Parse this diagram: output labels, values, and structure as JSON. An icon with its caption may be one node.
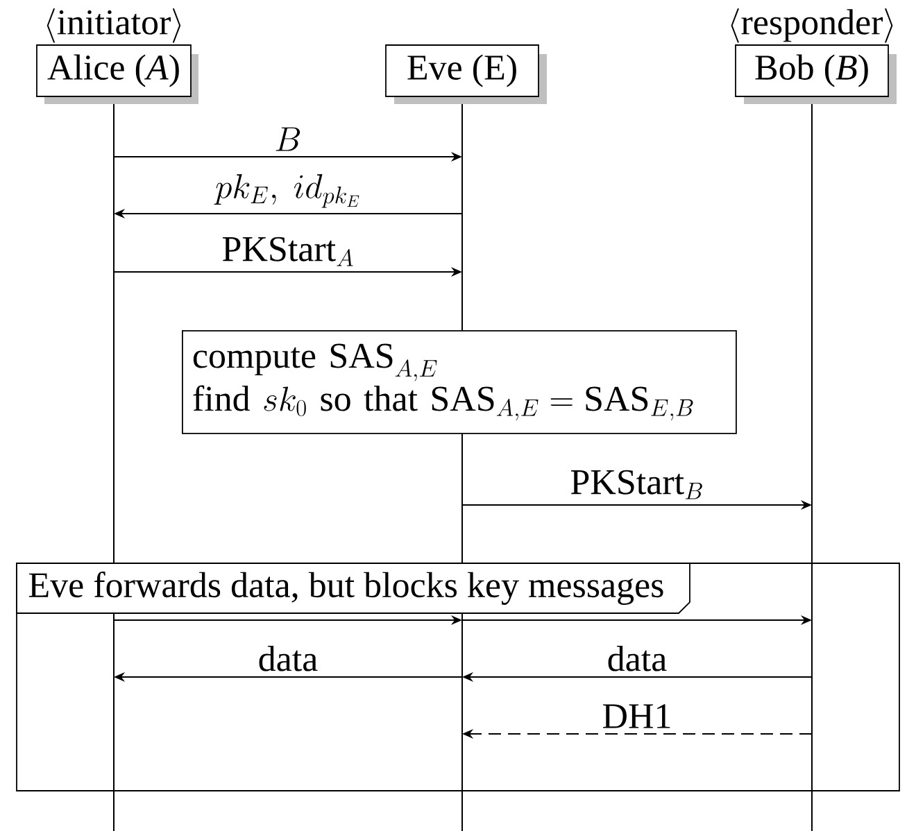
{
  "diagram": {
    "nodes": [
      {
        "text": [
          "Alice (*A*)"
        ],
        "beside": [
          "\\langle\\mathrm{initiator}\\rangle"
        ]
      },
      {
        "text": [
          "Eve (E)"
        ]
      },
      {
        "text": [
          "Bob (*B*)"
        ],
        "beside": [
          "\\langle\\mathrm{responder}\\rangle"
        ]
      },
      {
        "text": [
          "\\mathrm{compute\\ SAS}_{A,E}",
          "\\mathrm{find}\\ sk_0\\ \\mathrm{so\\ that\\ SAS}_{A,E}=\\mathrm{SAS}_{E,B}"
        ]
      },
      {
        "text": [
          "Eve forwards data, but blocks key messages"
        ]
      }
    ],
    "edges": [
      {
        "from": 0,
        "to": 1,
        "arrow": "to",
        "label": "B"
      },
      {
        "from": 1,
        "to": 0,
        "arrow": "to",
        "label": "pk_E,\\ id_{pk_E}"
      },
      {
        "from": 0,
        "to": 1,
        "arrow": "to",
        "label": "\\mathrm{PKStart}_A"
      },
      {
        "from": 1,
        "to": 2,
        "arrow": "to",
        "label": "\\mathrm{PKStart}_B"
      },
      {
        "from": 0,
        "to": 1,
        "arrow": "to"
      },
      {
        "from": 1,
        "to": 2,
        "arrow": "to"
      },
      {
        "from": 2,
        "to": 1,
        "arrow": "to",
        "label": "data"
      },
      {
        "from": 1,
        "to": 0,
        "arrow": "to",
        "label": "data"
      },
      {
        "from": 2,
        "to": 1,
        "arrow": "to",
        "label": "DH1",
        "style": "dashed"
      }
    ]
  }
}
